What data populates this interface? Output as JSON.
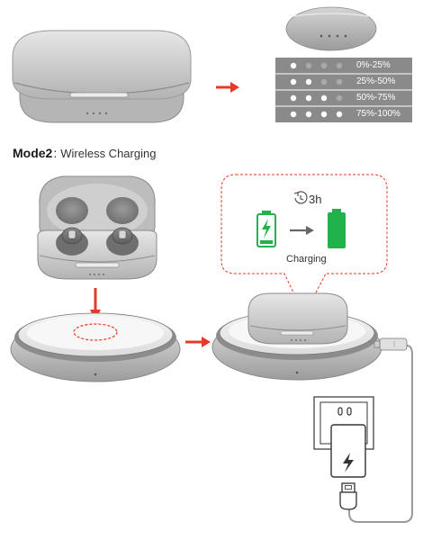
{
  "battery_levels": [
    {
      "range": "0%-25%",
      "lit": 1
    },
    {
      "range": "25%-50%",
      "lit": 2
    },
    {
      "range": "50%-75%",
      "lit": 3
    },
    {
      "range": "75%-100%",
      "lit": 4
    }
  ],
  "mode2": {
    "label": "Mode2",
    "separator": ":",
    "description": "Wireless Charging"
  },
  "charge_time": "3h",
  "charging_label": "Charging",
  "colors": {
    "arrow_red": "#e53a28",
    "battery_green": "#22b24c",
    "device_gray": "#c9c9c9",
    "panel_gray": "#8a8a8a"
  },
  "icons": [
    "clock-icon",
    "battery-low-icon",
    "battery-full-icon",
    "lightning-icon",
    "wall-outlet-icon"
  ]
}
